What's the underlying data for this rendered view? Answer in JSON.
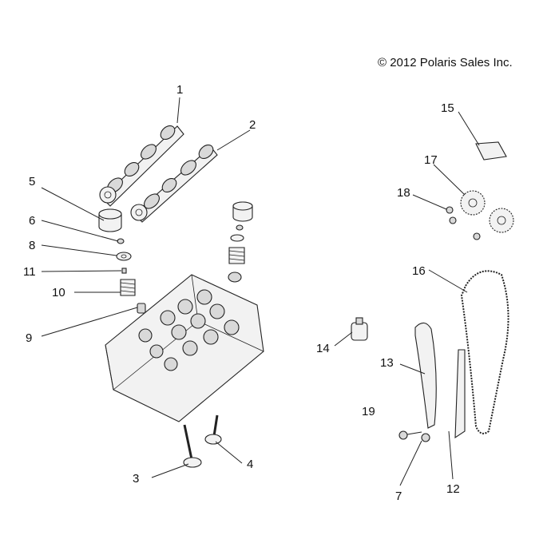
{
  "copyright": "© 2012 Polaris Sales Inc.",
  "callouts": {
    "c1": "1",
    "c2": "2",
    "c3": "3",
    "c4": "4",
    "c5": "5",
    "c6": "6",
    "c7": "7",
    "c8": "8",
    "c9": "9",
    "c10": "10",
    "c11": "11",
    "c12": "12",
    "c13": "13",
    "c14": "14",
    "c15": "15",
    "c16": "16",
    "c17": "17",
    "c18": "18",
    "c19": "19"
  }
}
